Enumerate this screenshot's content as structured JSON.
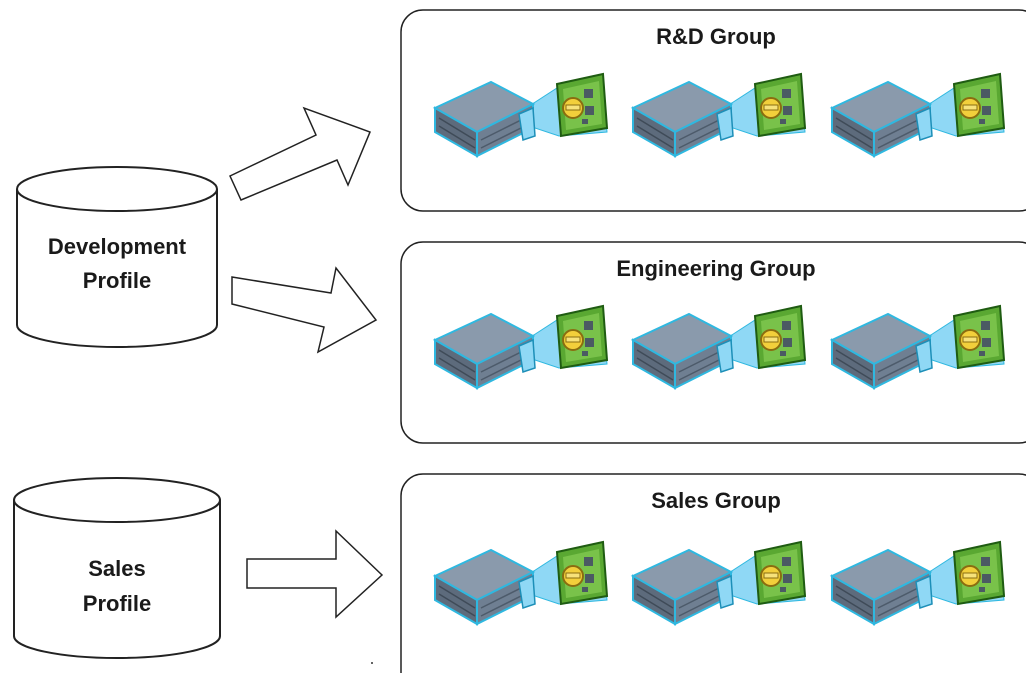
{
  "profiles": [
    {
      "id": "development",
      "lines": [
        "Development",
        "Profile"
      ]
    },
    {
      "id": "sales",
      "lines": [
        "Sales",
        "Profile"
      ]
    }
  ],
  "groups": [
    {
      "id": "rnd",
      "title": "R&D Group",
      "server_count": 3
    },
    {
      "id": "engineering",
      "title": "Engineering Group",
      "server_count": 3
    },
    {
      "id": "sales",
      "title": "Sales Group",
      "server_count": 3
    }
  ],
  "arrows": [
    {
      "from": "development",
      "to": "rnd"
    },
    {
      "from": "development",
      "to": "engineering"
    },
    {
      "from": "sales",
      "to": "sales"
    }
  ],
  "icons": {
    "server": "blade-server-icon",
    "card": "circuit-card-icon"
  },
  "colors": {
    "server_body": "#6f7f92",
    "server_top": "#8a9aac",
    "server_outline": "#2fb8e0",
    "beam": "#8fd8f5",
    "card_green": "#6db33f",
    "card_gold": "#e8c43a"
  }
}
